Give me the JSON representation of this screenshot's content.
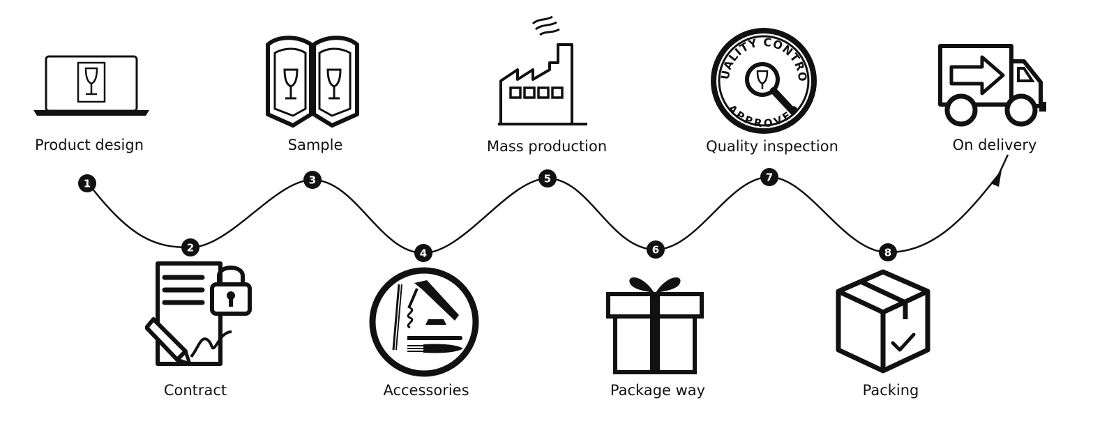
{
  "steps": [
    {
      "number": "1",
      "label": "Product design",
      "icon": "laptop-wineglass-icon"
    },
    {
      "number": "2",
      "label": "Contract",
      "icon": "contract-lock-icon"
    },
    {
      "number": "3",
      "label": "Sample",
      "icon": "sample-book-icon"
    },
    {
      "number": "4",
      "label": "Accessories",
      "icon": "corkscrew-accessories-icon"
    },
    {
      "number": "5",
      "label": "Mass production",
      "icon": "factory-icon"
    },
    {
      "number": "6",
      "label": "Package way",
      "icon": "gift-box-icon"
    },
    {
      "number": "7",
      "label": "Quality inspection",
      "icon": "quality-control-seal-icon"
    },
    {
      "number": "8",
      "label": "Packing",
      "icon": "shipping-box-icon"
    },
    {
      "number": "",
      "label": "On delivery",
      "icon": "delivery-truck-icon"
    }
  ],
  "seal": {
    "top_text": "QUALITY CONTROL",
    "bottom_text": "APPROVED"
  },
  "colors": {
    "ink": "#111111",
    "background": "#ffffff"
  }
}
